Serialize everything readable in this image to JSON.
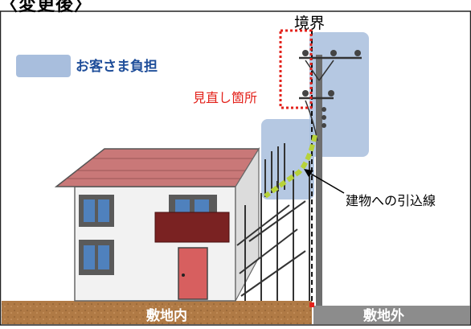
{
  "heading": "〈変更後〉",
  "boundary_label": "境界",
  "legend": {
    "label": "お客さま負担",
    "color": "#a8bedd"
  },
  "review_label": "見直し箇所",
  "service_line_label": "建物への引込線",
  "ground": {
    "inside_label": "敷地内",
    "outside_label": "敷地外"
  },
  "colors": {
    "customer_area": "#a8bedd",
    "review_marker": "#e3221b",
    "service_line": "#b7d23a",
    "ground_inside": "#b07a45",
    "ground_outside": "#8c8c8c",
    "roof": "#c97878",
    "balcony": "#7a2222",
    "door": "#d75f5f"
  }
}
